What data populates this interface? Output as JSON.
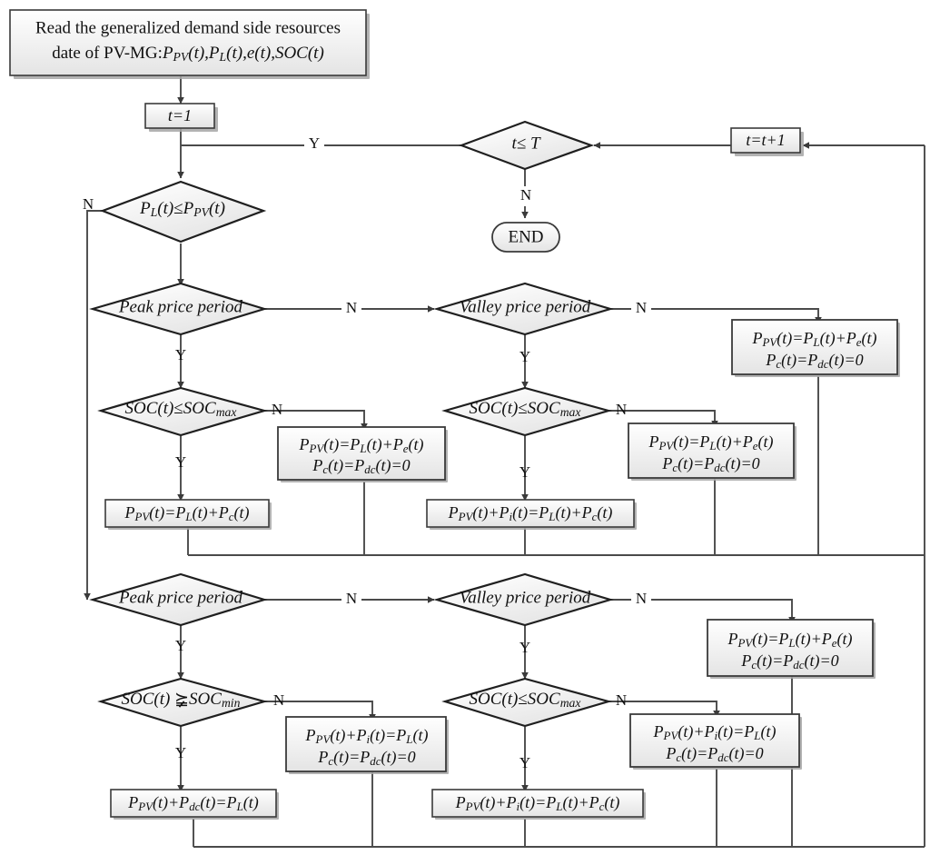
{
  "diagram": {
    "title": "PV-MG generalized demand side resource scheduling flowchart",
    "colors": {
      "node_fill_top": "#ffffff",
      "node_fill_bottom": "#e8e8e8",
      "node_stroke": "#2b2b2b",
      "line": "#4a4a4a",
      "text": "#111111",
      "shadow": "#9a9a9a"
    },
    "nodes": {
      "start": {
        "shape": "process",
        "line1": "Read the generalized demand side resources",
        "line2_prefix": "date of PV-MG:",
        "line2_expr": "P",
        "line2_sub1": "PV",
        "line2_rest": "(t),P",
        "line2_sub2": "L",
        "line2_tail": "(t),e(t),SOC(t)"
      },
      "t_init": {
        "shape": "process",
        "label": "t=1"
      },
      "t_incr": {
        "shape": "process",
        "label": "t=t+1"
      },
      "t_le_T": {
        "shape": "decision",
        "label": "t≤ T"
      },
      "end": {
        "shape": "terminator",
        "label": "END"
      },
      "load_cmp": {
        "shape": "decision",
        "label": "P_L(t)≤P_PV(t)"
      },
      "peak_top": {
        "shape": "decision",
        "label": "Peak price period"
      },
      "valley_top": {
        "shape": "decision",
        "label": "Valley price period"
      },
      "soc_max_top_left": {
        "shape": "decision",
        "label": "SOC(t)≤SOC_max"
      },
      "soc_max_top_right": {
        "shape": "decision",
        "label": "SOC(t)≤SOC_max"
      },
      "peak_bot": {
        "shape": "decision",
        "label": "Peak price period"
      },
      "valley_bot": {
        "shape": "decision",
        "label": "Valley price period"
      },
      "soc_min_bot_left": {
        "shape": "decision",
        "label": "SOC(t)⩾SOC_min"
      },
      "soc_max_bot_right": {
        "shape": "decision",
        "label": "SOC(t)≤SOC_max"
      },
      "box_top_right": {
        "shape": "process",
        "line1": "P_PV(t)=P_L(t)+P_e(t)",
        "line2": "P_c(t)=P_dc(t)=0"
      },
      "box_top_mid_left": {
        "shape": "process",
        "line1": "P_PV(t)=P_L(t)+P_e(t)",
        "line2": "P_c(t)=P_dc(t)=0"
      },
      "box_top_mid_right": {
        "shape": "process",
        "line1": "P_PV(t)=P_L(t)+P_e(t)",
        "line2": "P_c(t)=P_dc(t)=0"
      },
      "box_top_left_result": {
        "shape": "process",
        "line1": "P_PV(t)=P_L(t)+P_c(t)"
      },
      "box_top_center_result": {
        "shape": "process",
        "line1": "P_PV(t)+P_i(t)=P_L(t)+P_c(t)"
      },
      "box_bot_right": {
        "shape": "process",
        "line1": "P_PV(t)=P_L(t)+P_e(t)",
        "line2": "P_c(t)=P_dc(t)=0"
      },
      "box_bot_mid_left": {
        "shape": "process",
        "line1": "P_PV(t)+P_i(t)=P_L(t)",
        "line2": "P_c(t)=P_dc(t)=0"
      },
      "box_bot_mid_right": {
        "shape": "process",
        "line1": "P_PV(t)+P_i(t)=P_L(t)",
        "line2": "P_c(t)=P_dc(t)=0"
      },
      "box_bot_left_result": {
        "shape": "process",
        "line1": "P_PV(t)+P_dc(t)=P_L(t)"
      },
      "box_bot_center_result": {
        "shape": "process",
        "line1": "P_PV(t)+P_i(t)=P_L(t)+P_c(t)"
      }
    },
    "edge_labels": {
      "yes": "Y",
      "no": "N",
      "loop_yes": "Y",
      "end_no": "N",
      "load_no": "N",
      "peak_top_no": "N",
      "valley_top_no": "N",
      "peak_top_yes": "Y",
      "valley_top_yes": "Y",
      "soc_tl_no": "N",
      "soc_tl_yes": "Y",
      "soc_tr_no": "N",
      "soc_tr_yes": "Y",
      "peak_bot_no": "N",
      "valley_bot_no": "N",
      "peak_bot_yes": "Y",
      "valley_bot_yes": "Y",
      "soc_bl_no": "N",
      "soc_bl_yes": "Y",
      "soc_br_no": "N",
      "soc_br_yes": "Y"
    }
  }
}
